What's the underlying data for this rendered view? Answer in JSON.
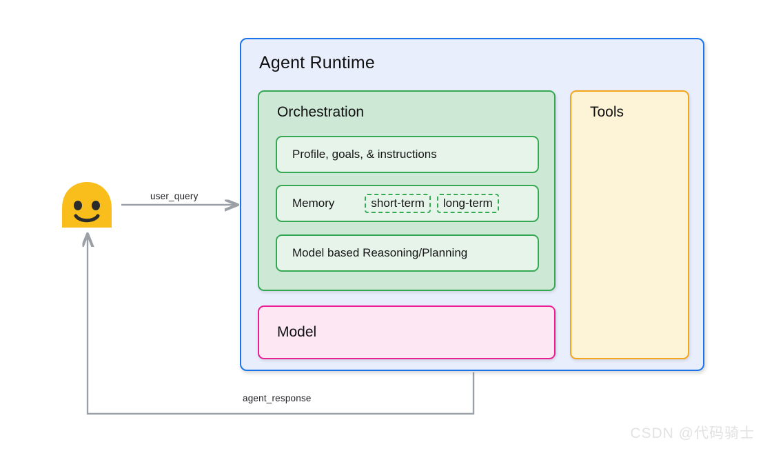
{
  "diagram": {
    "background_color": "#ffffff",
    "runtime": {
      "title": "Agent Runtime",
      "border_color": "#1a73e8",
      "fill_color": "#e8eefc"
    },
    "orchestration": {
      "title": "Orchestration",
      "border_color": "#34a853",
      "fill_color": "#cde9d6",
      "rows": [
        {
          "label": "Profile, goals, & instructions",
          "chips": []
        },
        {
          "label": "Memory",
          "chips": [
            "short-term",
            "long-term"
          ]
        },
        {
          "label": "Model based Reasoning/Planning",
          "chips": []
        }
      ]
    },
    "model": {
      "title": "Model",
      "border_color": "#e91e93",
      "fill_color": "#fde7f3"
    },
    "tools": {
      "title": "Tools",
      "border_color": "#f4a51c",
      "fill_color": "#fdf4d8"
    },
    "actor": {
      "name": "user",
      "icon": "smiling-face-emoji",
      "color": "#f9be1b"
    },
    "flows": [
      {
        "label": "user_query",
        "direction": "user-to-agent",
        "color": "#9aa0a6"
      },
      {
        "label": "agent_response",
        "direction": "agent-to-user",
        "color": "#9aa0a6"
      }
    ]
  },
  "watermark": {
    "text": "CSDN @代码骑士"
  }
}
